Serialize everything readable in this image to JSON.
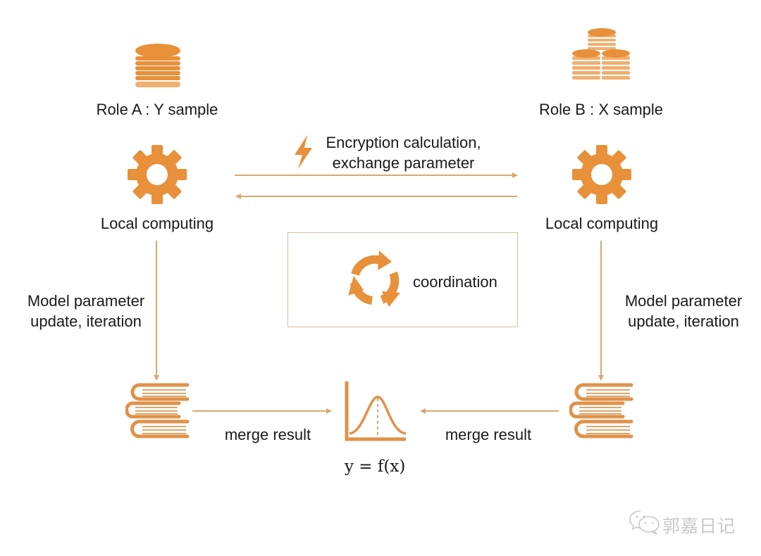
{
  "colors": {
    "accent": "#e8903a",
    "line": "#d9a870",
    "box_border": "#d4bf9e",
    "text": "#1a1a1a",
    "watermark": "#c8c8c8"
  },
  "role_a": {
    "title": "Role A : Y sample",
    "icon": "coin-stack-icon",
    "compute_label": "Local computing",
    "update_label_line1": "Model parameter",
    "update_label_line2": "update, iteration",
    "merge_label": "merge result"
  },
  "role_b": {
    "title": "Role B : X sample",
    "icon": "coin-stacks-icon",
    "compute_label": "Local computing",
    "update_label_line1": "Model parameter",
    "update_label_line2": "update, iteration",
    "merge_label": "merge result"
  },
  "exchange": {
    "line1": "Encryption calculation,",
    "line2": "exchange parameter",
    "icon": "lightning-icon"
  },
  "coordination": {
    "label": "coordination",
    "icon": "cycle-arrows-icon"
  },
  "result": {
    "formula": "y = f(x)",
    "icon": "distribution-curve-icon"
  },
  "watermark": {
    "text": "郭嘉日记",
    "icon": "wechat-icon"
  }
}
